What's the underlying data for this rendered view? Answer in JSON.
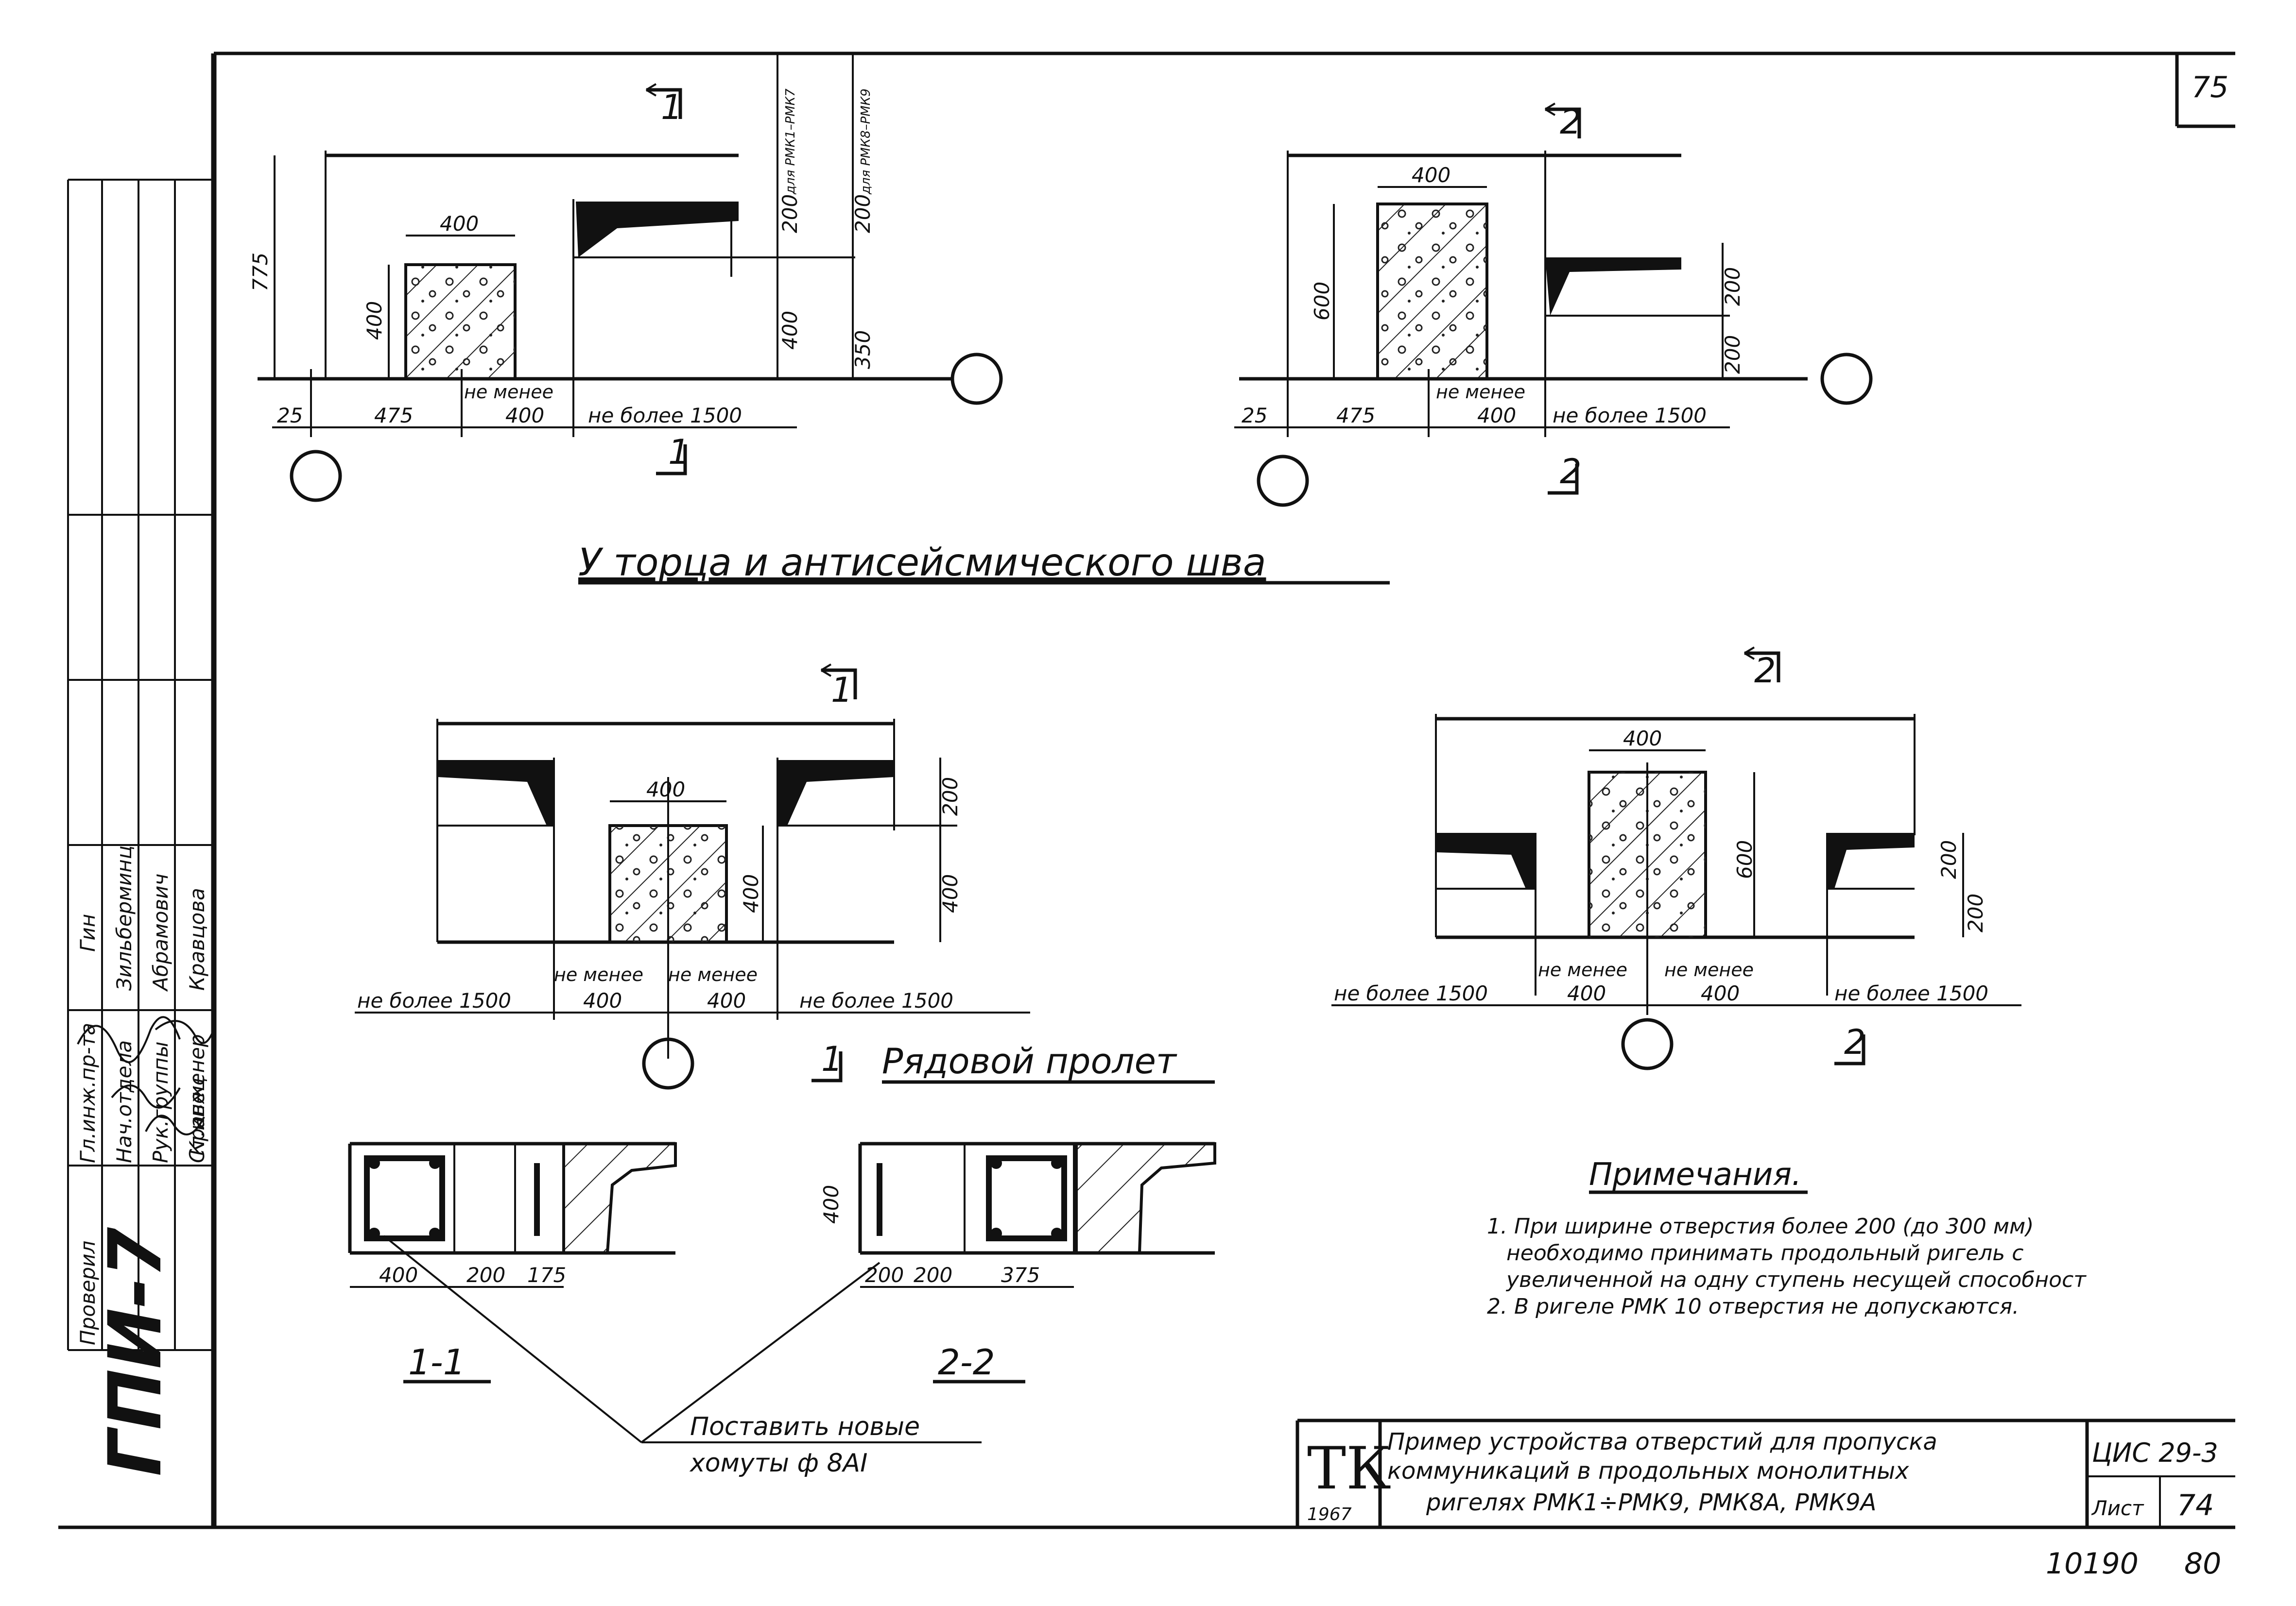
{
  "sheet_corner_number": "75",
  "top_section": {
    "title": "У торца и антисейсмического шва",
    "view1": {
      "marker_top": "1",
      "marker_bottom": "1",
      "dims": [
        "775",
        "400",
        "400",
        "200",
        "400",
        "200",
        "350",
        "25",
        "475",
        "400",
        "не менее",
        "не более 1500"
      ],
      "beam_label_a": "для РМК1–РМК7",
      "beam_label_b": "для РМК8–РМК9"
    },
    "view2": {
      "marker_top": "2",
      "marker_bottom": "2",
      "dims": [
        "400",
        "600",
        "200",
        "200",
        "25",
        "475",
        "400",
        "не менее",
        "не более 1500"
      ]
    }
  },
  "middle_section": {
    "title": "Рядовой пролет",
    "title_marker": "1",
    "view1": {
      "marker_top": "1",
      "dims": [
        "400",
        "200",
        "400",
        "400",
        "не более 1500",
        "не менее",
        "не менее",
        "400",
        "400",
        "не более 1500"
      ]
    },
    "view2": {
      "marker_top": "2",
      "marker_bottom": "2",
      "dims": [
        "400",
        "600",
        "200",
        "200",
        "не более 1500",
        "не менее",
        "не менее",
        "400",
        "400",
        "не более 1500"
      ]
    }
  },
  "sections": {
    "s11": {
      "label": "1-1",
      "dims": [
        "400",
        "200",
        "175"
      ]
    },
    "s22": {
      "label": "2-2",
      "dims": [
        "400",
        "200",
        "200",
        "375"
      ]
    },
    "leader_note_line1": "Поставить новые",
    "leader_note_line2": "хомуты ф 8АI"
  },
  "notes": {
    "title": "Примечания.",
    "lines": [
      "1. При ширине отверстия более 200 (до 300 мм)",
      "необходимо принимать продольный ригель с",
      "увеличенной на одну ступень несущей способност",
      "2. В ригеле РМК 10 отверстия не допускаются."
    ]
  },
  "title_block": {
    "logo": "ТК",
    "year": "1967",
    "description_lines": [
      "Пример устройства отверстий для пропуска",
      "коммуникаций в продольных монолитных",
      "ригелях РМК1÷РМК9, РМК8А, РМК9А"
    ],
    "series": "ЦИС 29-3",
    "sheet_label": "Лист",
    "sheet_number": "74",
    "archive_number": "10190",
    "archive_suffix": "80"
  },
  "side_stamp": {
    "org": "ГПИ-7",
    "roles": [
      "Гл.инж.пр-та",
      "Нач.отдела",
      "Рук.группы",
      "Ст.инженер",
      "Проверил"
    ],
    "names": [
      "Гин",
      "Зильберминц",
      "Абрамович",
      "Кравцова",
      "Кравец"
    ]
  }
}
